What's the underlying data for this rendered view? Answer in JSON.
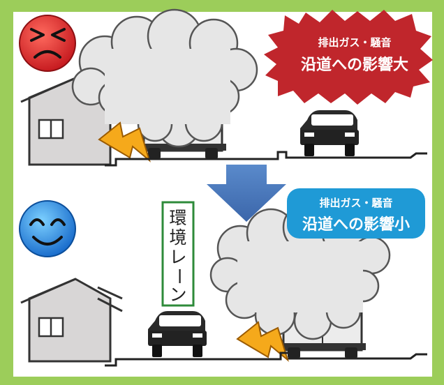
{
  "top_badge": {
    "line1": "排出ガス・騒音",
    "line2": "沿道への影響大",
    "color": "#c0262c"
  },
  "bottom_badge": {
    "line1": "排出ガス・騒音",
    "line2": "沿道への影響小",
    "color": "#1f9ad6"
  },
  "lane_label": {
    "chars": [
      "環",
      "境",
      "レ",
      "ー",
      "ン"
    ],
    "border_color": "#2e8b3a"
  },
  "colors": {
    "frame": "#9ccd5a",
    "angry_face": "#d42a2a",
    "happy_face": "#1e8fe0",
    "arrow": "#4676b8",
    "lightning": "#f5a91b"
  }
}
